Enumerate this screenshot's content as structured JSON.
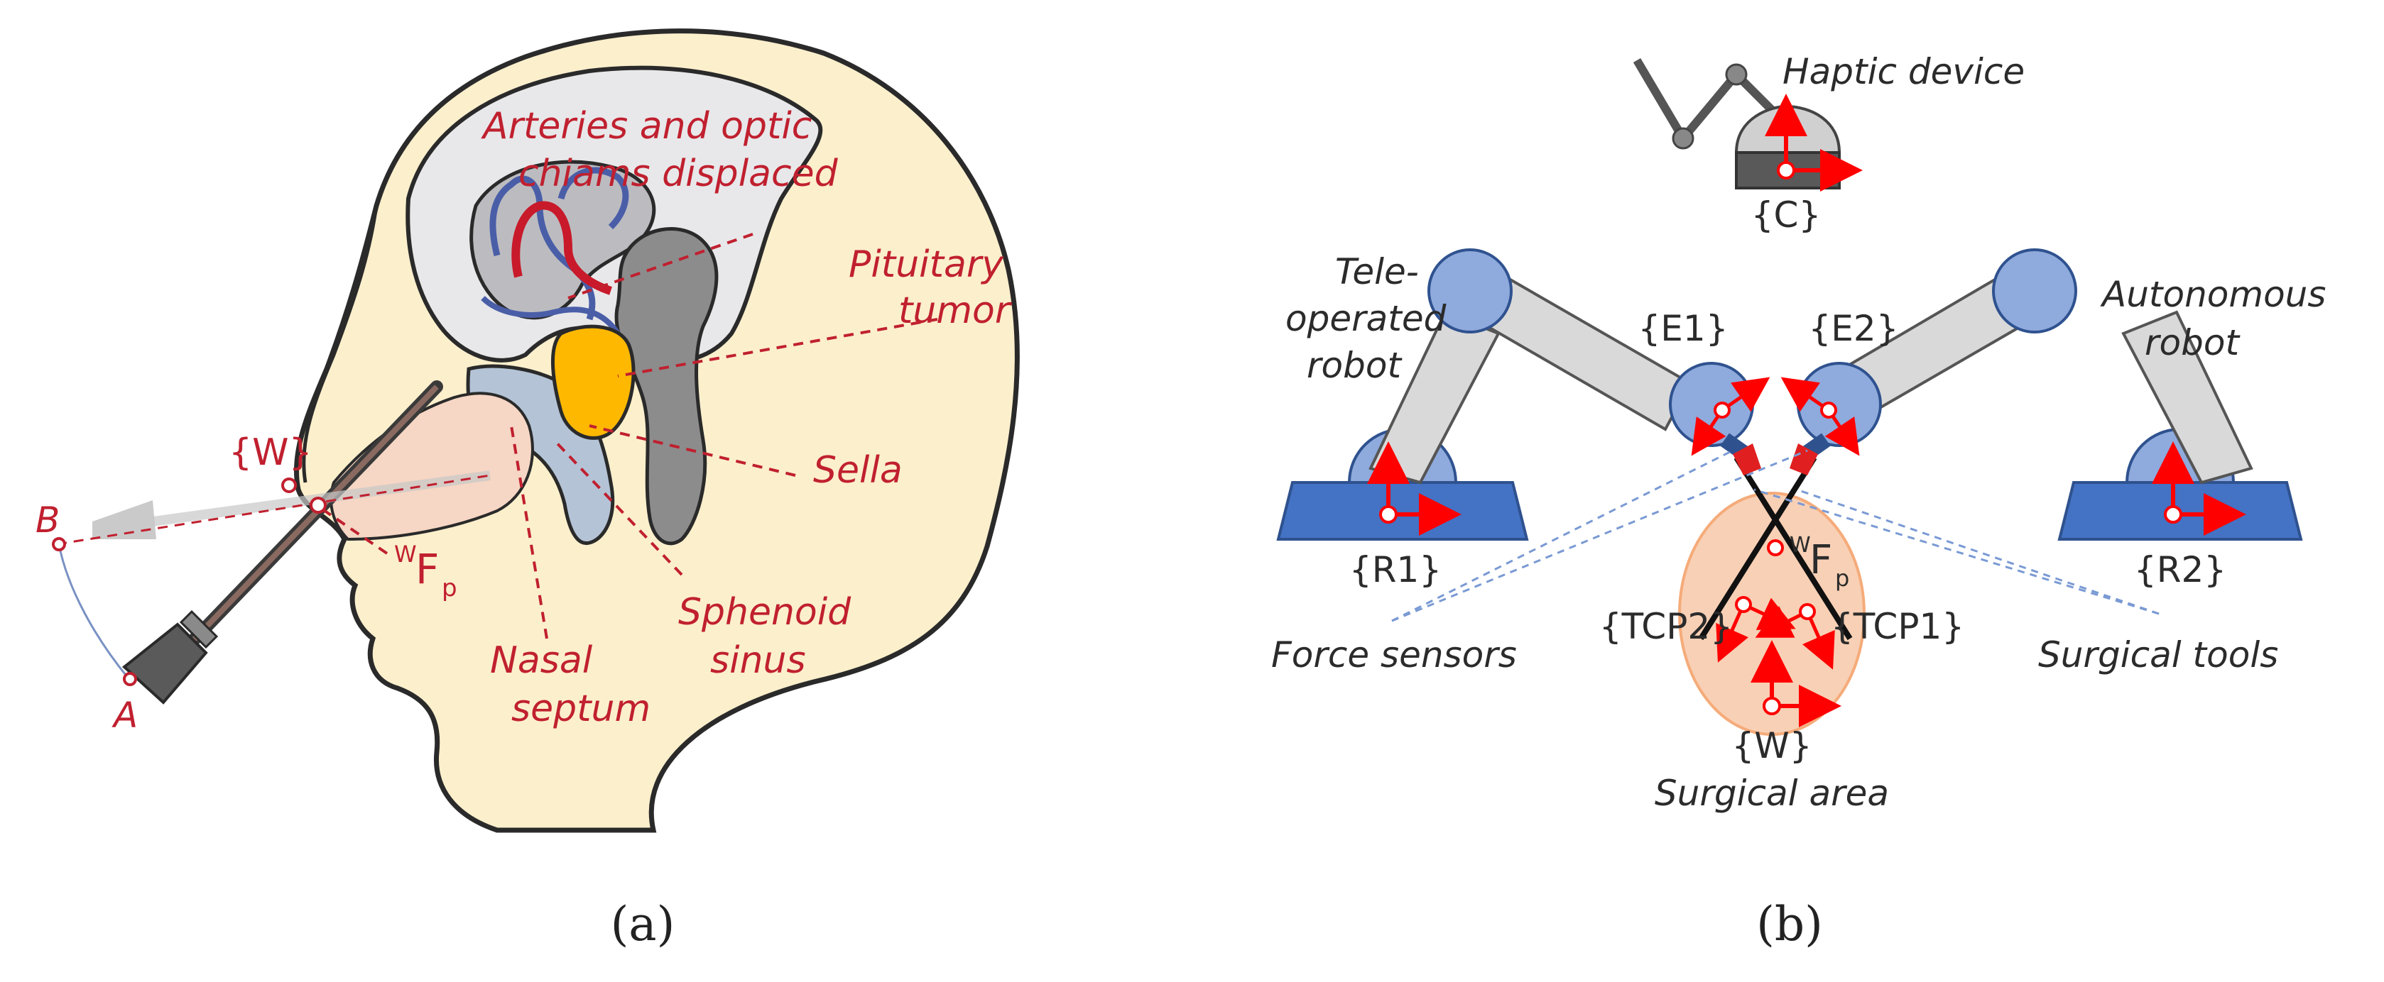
{
  "panel_a": {
    "caption": "(a)",
    "labels": {
      "arteries_line1": "Arteries and optic",
      "arteries_line2": "chiams displaced",
      "pituitary_line1": "Pituitary",
      "pituitary_line2": "tumor",
      "sella": "Sella",
      "sphenoid_line1": "Sphenoid",
      "sphenoid_line2": "sinus",
      "nasal_line1": "Nasal",
      "nasal_line2": "septum",
      "frame_w": "{W}",
      "force_main": "F",
      "force_sup": "W",
      "force_sub": "p",
      "point_b": "B",
      "point_a": "A"
    }
  },
  "panel_b": {
    "caption": "(b)",
    "labels": {
      "haptic": "Haptic device",
      "frame_c": "{C}",
      "teleop_line1": "Tele-",
      "teleop_line2": "operated",
      "teleop_line3": "robot",
      "auto_line1": "Autonomous",
      "auto_line2": "robot",
      "frame_e1": "{E1}",
      "frame_e2": "{E2}",
      "frame_r1": "{R1}",
      "frame_r2": "{R2}",
      "force_main": "F",
      "force_sup": "W",
      "force_sub": "p",
      "frame_tcp2": "{TCP2}",
      "frame_tcp1": "{TCP1}",
      "frame_w": "{W}",
      "force_sensors": "Force sensors",
      "surgical_tools": "Surgical tools",
      "surgical_area": "Surgical area"
    }
  },
  "colors": {
    "skin": "#fcefcc",
    "brain": "#e8e8ea",
    "tumor": "#ffb800",
    "robot_joint": "#8faadc",
    "robot_link": "#d9d9d9",
    "robot_base": "#4472c4",
    "frame_arrow": "#ff0000",
    "annotation": "#c0202f"
  }
}
